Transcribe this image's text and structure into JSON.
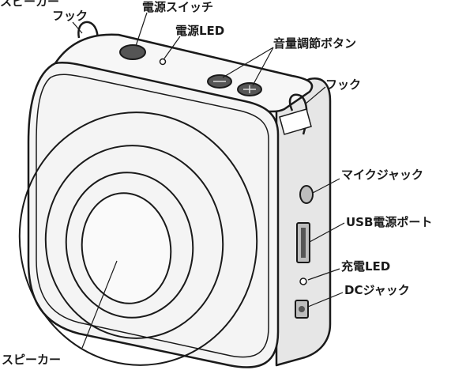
{
  "labels": {
    "top_left_cut": "スピーカー",
    "hook_left": "フック",
    "power_switch": "電源スイッチ",
    "power_led": "電源LED",
    "volume_buttons": "音量調節ボタン",
    "hook_right": "フック",
    "mic_jack": "マイクジャック",
    "usb_port": "USB電源ポート",
    "charge_led": "充電LED",
    "dc_jack": "DCジャック",
    "speaker": "スピーカー"
  },
  "colors": {
    "line": "#1a1a1a",
    "body_fill": "#f4f4f4",
    "side_fill": "#e6e6e6",
    "button_fill": "#555555"
  }
}
